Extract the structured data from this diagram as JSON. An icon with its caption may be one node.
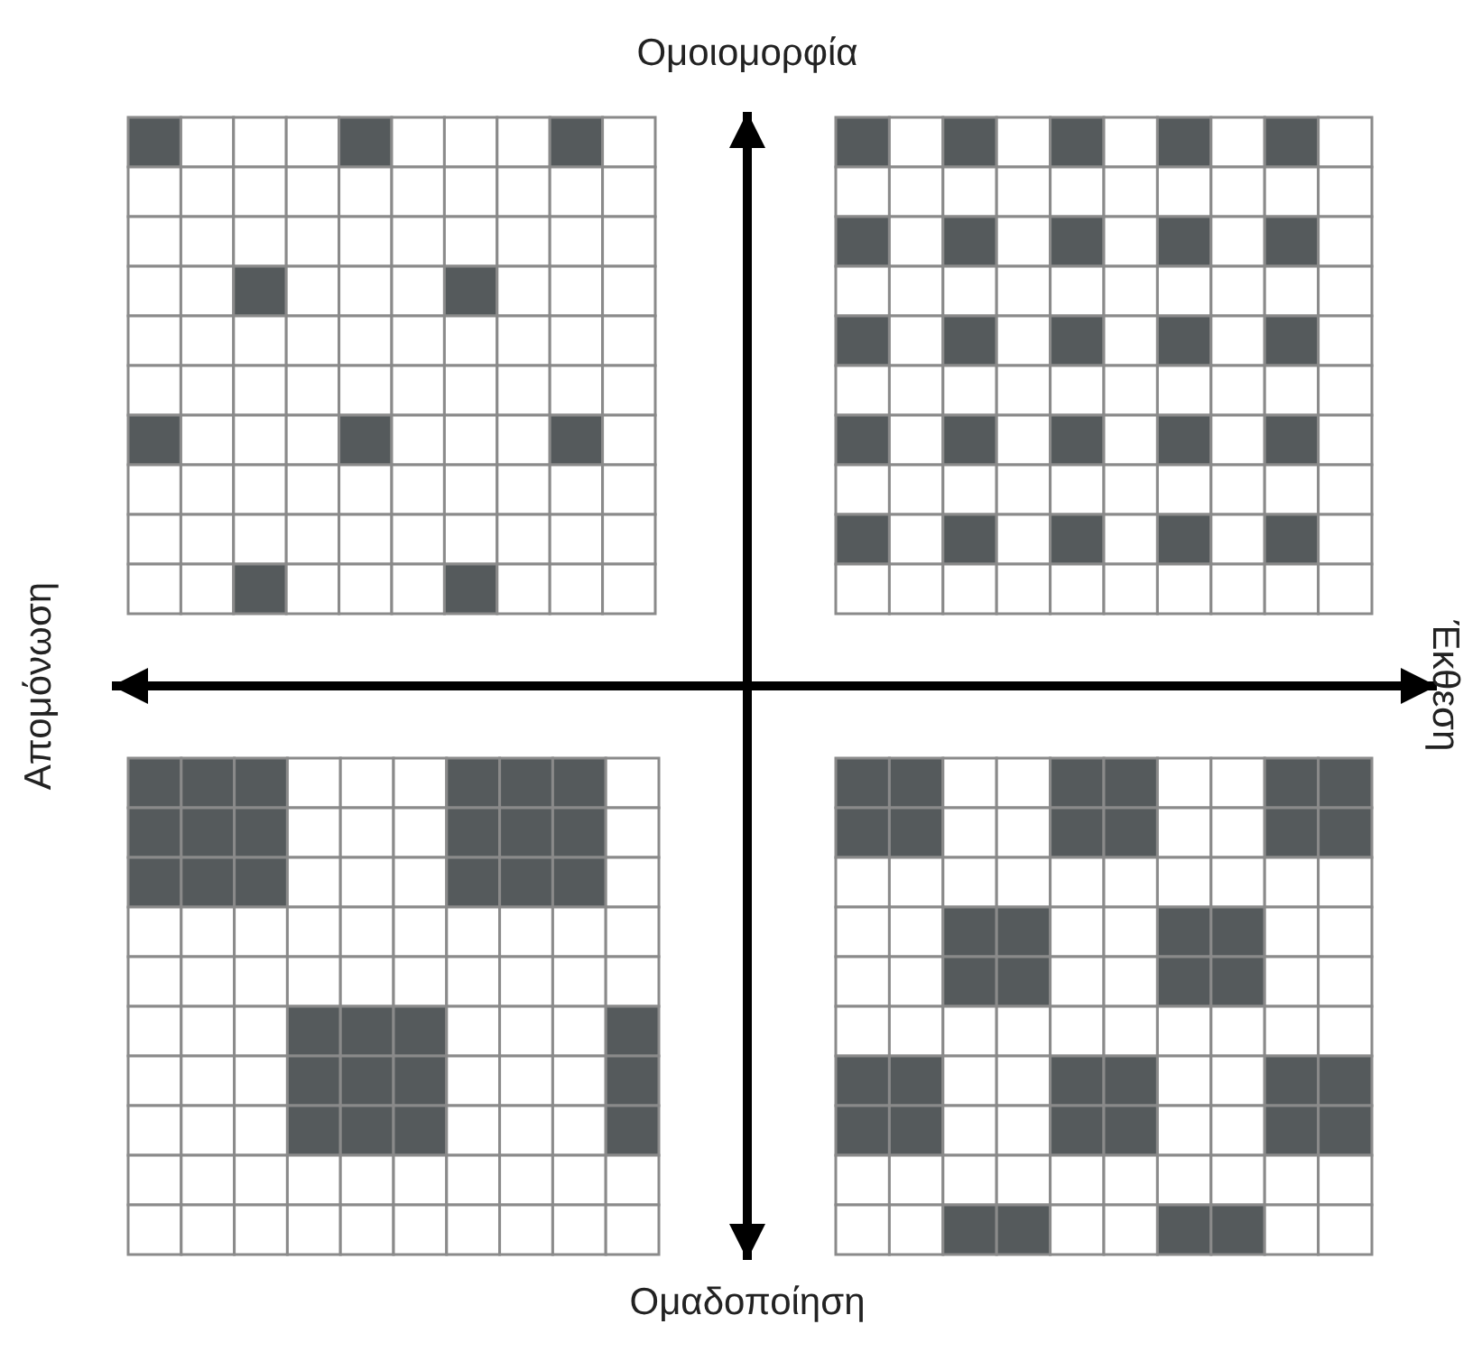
{
  "diagram": {
    "labels": [
      "Ομοιομορφία",
      "Απομόνωση",
      "Έκθεση",
      "Ομαδοποίηση"
    ]
  }
}
